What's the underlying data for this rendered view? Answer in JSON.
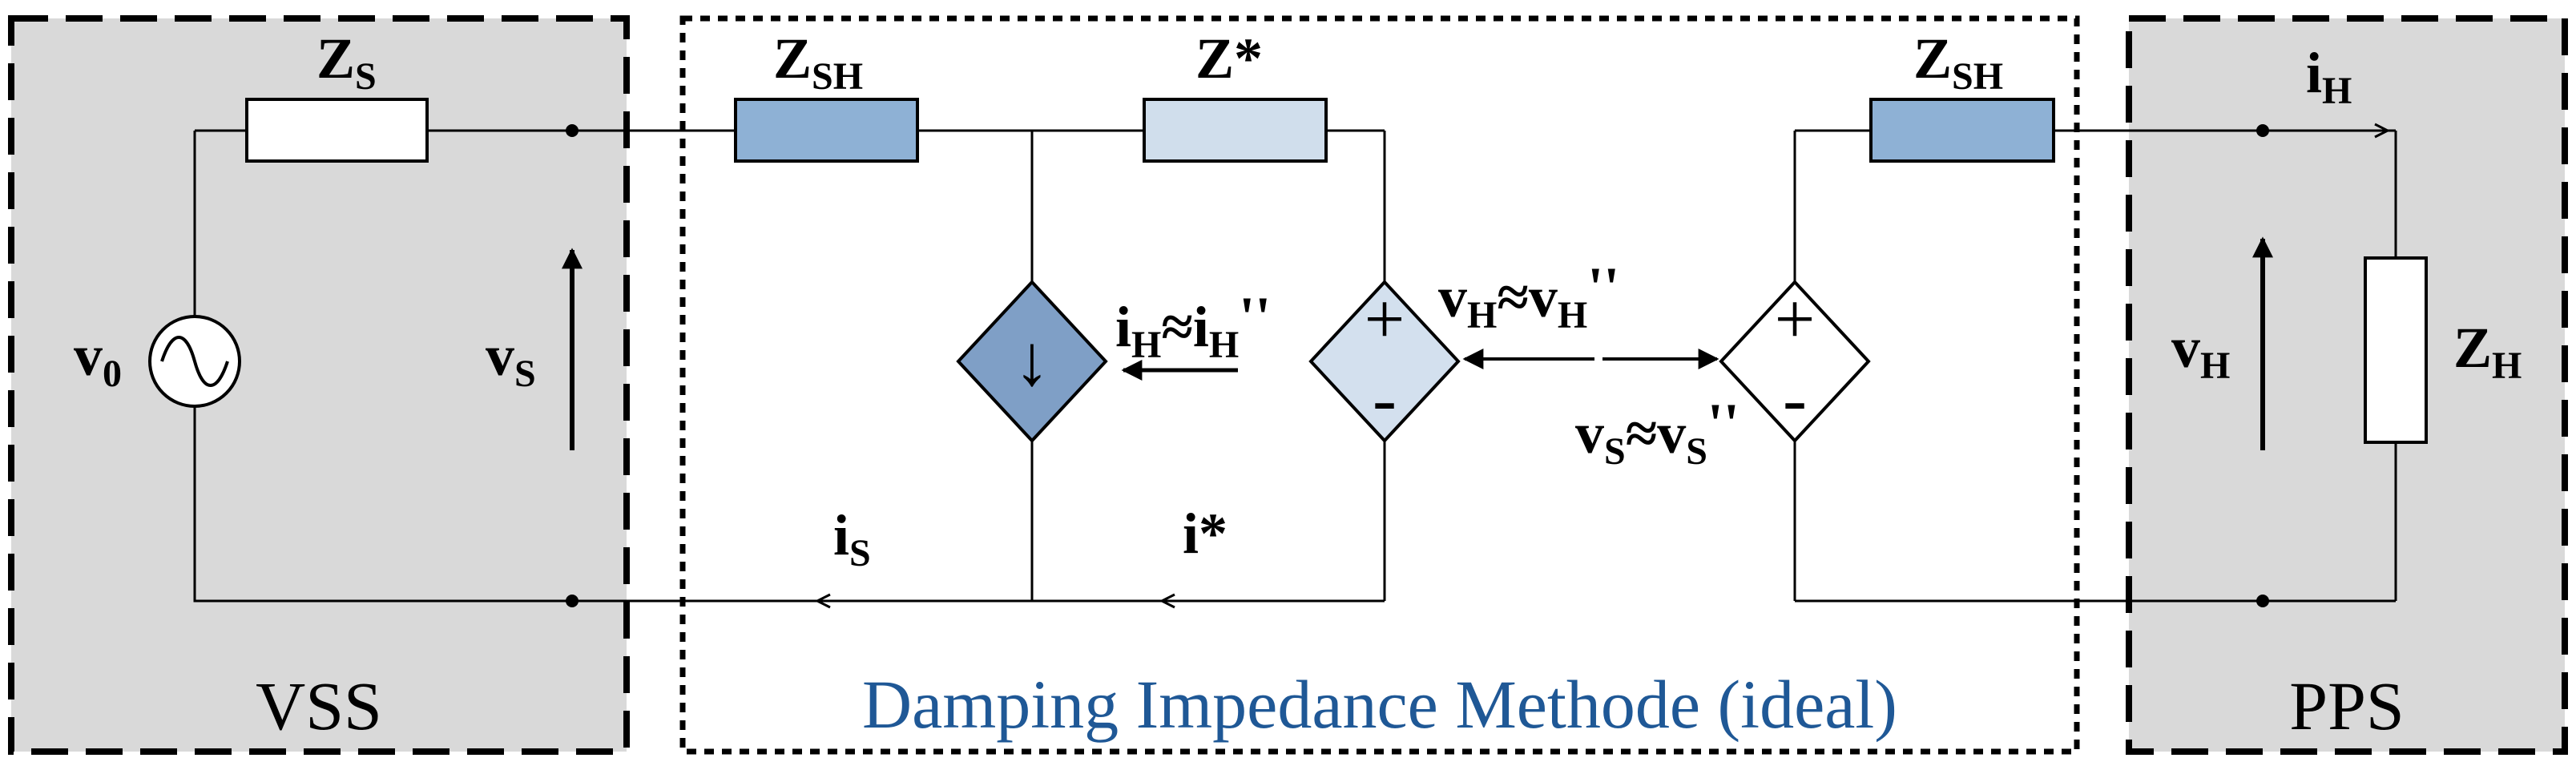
{
  "labels": {
    "zs_main": "Z",
    "zs_sub": "S",
    "zsh1_main": "Z",
    "zsh1_sub": "SH",
    "zstar": "Z*",
    "zsh2_main": "Z",
    "zsh2_sub": "SH",
    "ih_main": "i",
    "ih_sub": "H",
    "v0_main": "v",
    "v0_sub": "0",
    "vs_main": "v",
    "vs_sub": "S",
    "vh_main": "v",
    "vh_sub": "H",
    "zh_main": "Z",
    "zh_sub": "H",
    "ih_approx_a": "i",
    "ih_approx_a_sub": "H",
    "ih_approx_b": "≈i",
    "ih_approx_b_sub": "H",
    "ih_approx_c": "''",
    "vh_approx_a": "v",
    "vh_approx_a_sub": "H",
    "vh_approx_b": "≈v",
    "vh_approx_b_sub": "H",
    "vh_approx_c": "''",
    "vs_approx_a": "v",
    "vs_approx_a_sub": "S",
    "vs_approx_b": "≈v",
    "vs_approx_b_sub": "S",
    "vs_approx_c": "''",
    "is_main": "i",
    "is_sub": "S",
    "istar": "i*",
    "plus1": "+",
    "minus1": "-",
    "plus2": "+",
    "minus2": "-",
    "down_arrow": "↓"
  },
  "regions": {
    "vss": "VSS",
    "damping": "Damping Impedance Methode (ideal)",
    "pps": "PPS"
  },
  "colors": {
    "region_fill": "#d9d9d9",
    "impedance_dark": "#8eb1d5",
    "impedance_light": "#d0deec",
    "impedance_white": "#ffffff",
    "source_dark": "#7f9fc6",
    "source_light": "#d3e0ee",
    "source_white": "#ffffff",
    "caption_blue": "#1f5896"
  }
}
